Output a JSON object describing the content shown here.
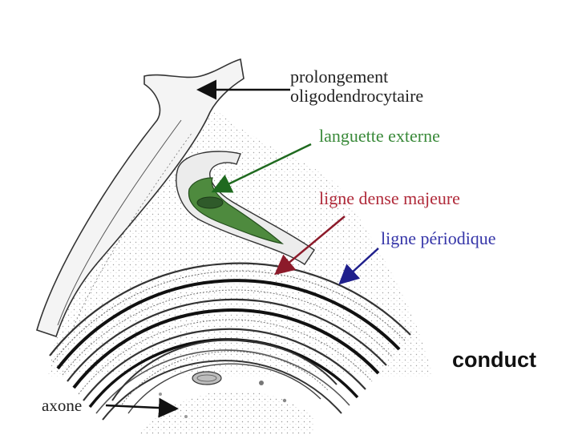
{
  "labels": {
    "prolongement_line1": "prolongement",
    "prolongement_line2": "oligodendrocytaire",
    "languette": "languette externe",
    "ligne_dense": "ligne dense majeure",
    "ligne_periodique": "ligne périodique",
    "axone": "axone",
    "conduct": "conduct"
  },
  "colors": {
    "languette": "#3a8a3a",
    "ligne_dense": "#b02a3a",
    "ligne_periodique": "#3535a8",
    "text": "#222222"
  }
}
